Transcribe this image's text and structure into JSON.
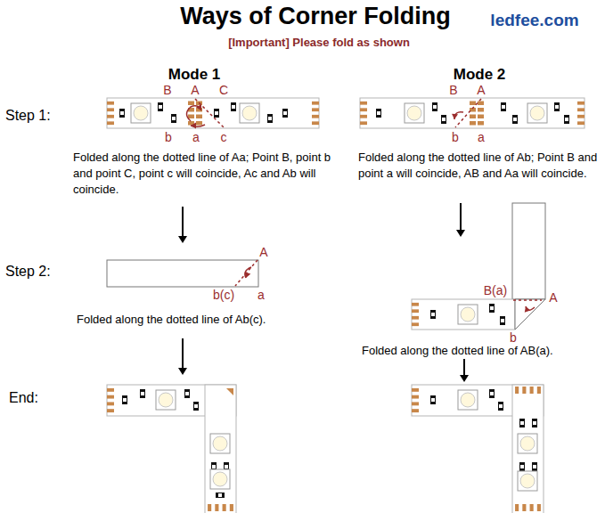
{
  "diagram": {
    "title": "Ways of Corner Folding",
    "labels": [
      "ledfee.com",
      "[Important] Please fold as shown",
      "Mode 1",
      "Mode 2",
      "Step 1:",
      "Step 2:",
      "End:",
      "B",
      "A",
      "C",
      "b",
      "a",
      "c",
      "Folded along the dotted line of Aa; Point B, point b and point C, point c will coincide, Ac and Ab will coincide.",
      "B",
      "A",
      "b",
      "a",
      "Folded along the dotted line of Ab; Point B and point a will coincide, AB and Aa will coincide.",
      "A",
      "b(c)",
      "a",
      "Folded along the dotted line of Ab(c).",
      "B(a)",
      "A",
      "b",
      "Folded along the dotted line of AB(a)."
    ]
  }
}
